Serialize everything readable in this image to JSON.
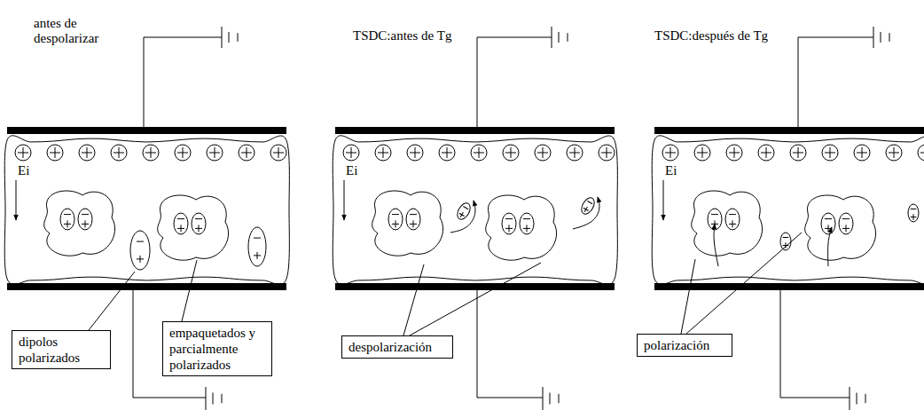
{
  "diagram": {
    "nodes": [
      {
        "text": [
          "dipolos polarizados"
        ]
      },
      {
        "text": [
          "empaquetados y parcialmente polarizados"
        ]
      },
      {
        "text": [
          "despolarización"
        ]
      },
      {
        "text": [
          "polarización"
        ]
      }
    ],
    "labels": [
      "antes de despolarizar",
      "TSDC:antes de Tg",
      "TSDC:después de Tg",
      "Ei",
      "Ei",
      "Ei"
    ]
  }
}
